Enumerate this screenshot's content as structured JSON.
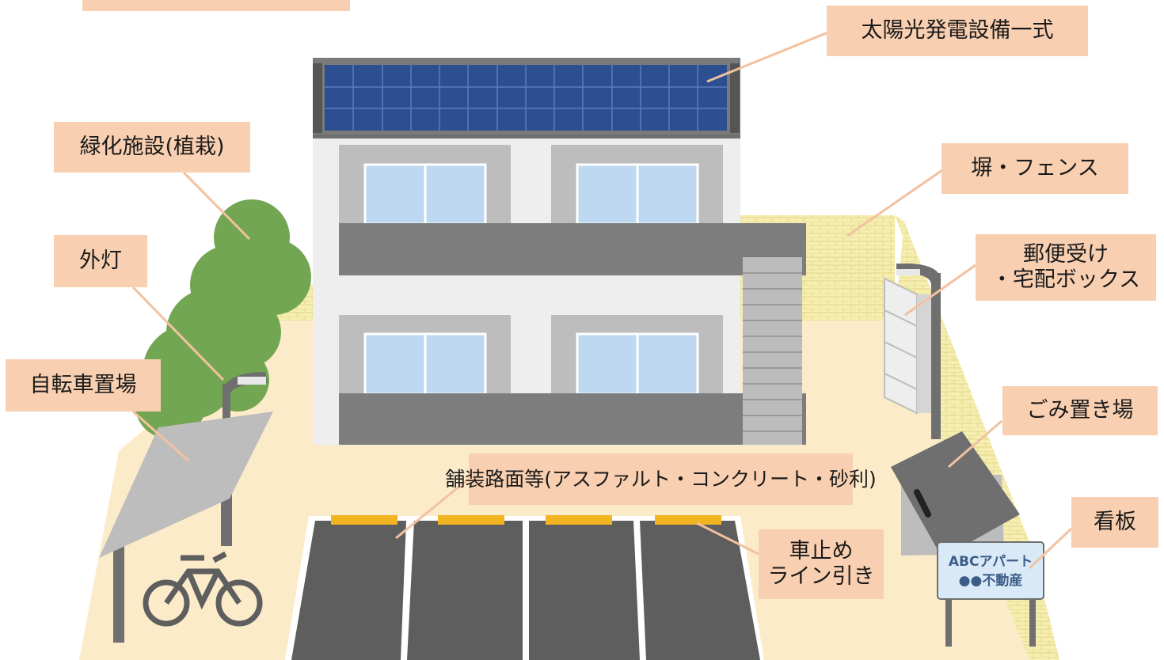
{
  "labels": {
    "top_banner": "",
    "solar": "太陽光発電設備一式",
    "greenery": "緑化施設(植栽)",
    "fence": "塀・フェンス",
    "light": "外灯",
    "mailbox_line1": "郵便受け",
    "mailbox_line2": "・宅配ボックス",
    "bike": "自転車置場",
    "garbage": "ごみ置き場",
    "paving": "舗装路面等(アスファルト・コンクリート・砂利)",
    "wheelstop_line1": "車止め",
    "wheelstop_line2": "ライン引き",
    "signboard": "看板"
  },
  "sign": {
    "line1": "ABCアパート",
    "line2": "●●不動産"
  },
  "colors": {
    "callout_bg": "#f8cfb0",
    "ground": "#fcebc9",
    "wall": "#f6eeb0",
    "solar_panel": "#2c4f92",
    "building": "#eeeeee",
    "balcony": "#7d7d7d",
    "window": "#bdd8f0",
    "tree": "#73a653",
    "asphalt": "#5e5e5e",
    "wheel_stop": "#f2b521"
  }
}
